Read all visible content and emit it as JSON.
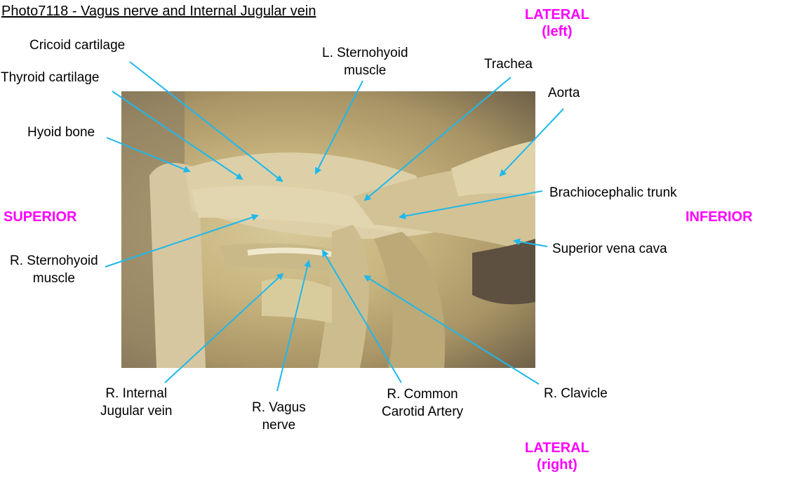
{
  "title": "Photo7118 - Vagus nerve and Internal Jugular vein",
  "directions": {
    "lateral_left": [
      "LATERAL",
      "(left)"
    ],
    "lateral_right": [
      "LATERAL",
      "(right)"
    ],
    "superior": "SUPERIOR",
    "inferior": "INFERIOR"
  },
  "labels": {
    "cricoid": "Cricoid cartilage",
    "thyroid": "Thyroid cartilage",
    "hyoid": "Hyoid bone",
    "l_sternohyoid": [
      "L. Sternohyoid",
      "muscle"
    ],
    "trachea": "Trachea",
    "aorta": "Aorta",
    "brachiocephalic": "Brachiocephalic trunk",
    "svc": "Superior vena cava",
    "r_sternohyoid": [
      "R. Sternohyoid",
      "muscle"
    ],
    "r_ijv": [
      "R. Internal",
      "Jugular vein"
    ],
    "r_vagus": [
      "R. Vagus",
      "nerve"
    ],
    "r_cca": [
      "R. Common",
      "Carotid Artery"
    ],
    "r_clavicle": "R. Clavicle"
  },
  "colors": {
    "leader": "#1fb8ec",
    "direction": "#ff00ff"
  }
}
